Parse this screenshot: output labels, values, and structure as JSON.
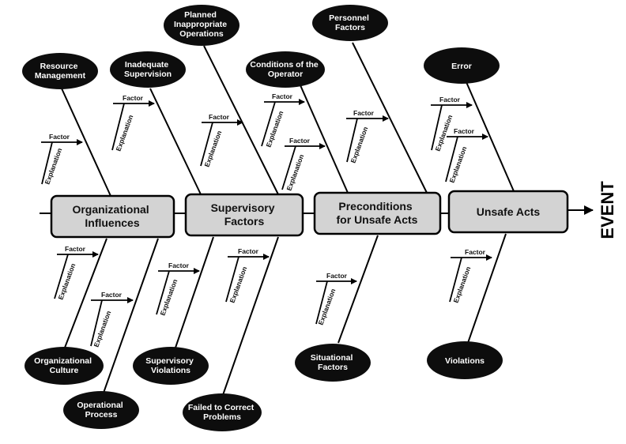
{
  "event_label": "EVENT",
  "categories": [
    {
      "label_lines": [
        "Organizational",
        "Influences"
      ]
    },
    {
      "label_lines": [
        "Supervisory",
        "Factors"
      ]
    },
    {
      "label_lines": [
        "Preconditions",
        "for Unsafe Acts"
      ]
    },
    {
      "label_lines": [
        "Unsafe Acts"
      ]
    }
  ],
  "causes": [
    {
      "label_lines": [
        "Resource",
        "Management"
      ]
    },
    {
      "label_lines": [
        "Inadequate",
        "Supervision"
      ]
    },
    {
      "label_lines": [
        "Planned",
        "Inappropriate",
        "Operations"
      ]
    },
    {
      "label_lines": [
        "Conditions of the",
        "Operator"
      ]
    },
    {
      "label_lines": [
        "Personnel",
        "Factors"
      ]
    },
    {
      "label_lines": [
        "Error"
      ]
    },
    {
      "label_lines": [
        "Organizational",
        "Culture"
      ]
    },
    {
      "label_lines": [
        "Operational",
        "Process"
      ]
    },
    {
      "label_lines": [
        "Supervisory",
        "Violations"
      ]
    },
    {
      "label_lines": [
        "Failed to Correct",
        "Problems"
      ]
    },
    {
      "label_lines": [
        "Situational",
        "Factors"
      ]
    },
    {
      "label_lines": [
        "Violations"
      ]
    }
  ],
  "sub_factor_label": "Factor",
  "sub_explanation_label": "Explanation",
  "colors": {
    "oval_fill": "#0d0d0d",
    "box_fill": "#d3d3d3",
    "line": "#000000"
  }
}
